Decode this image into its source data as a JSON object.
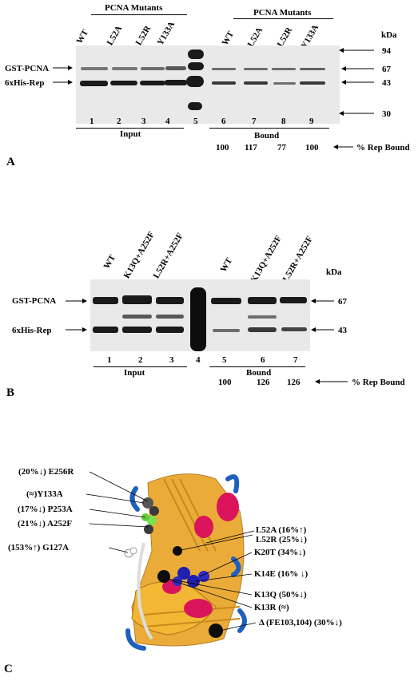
{
  "panelA": {
    "letter": "A",
    "group_left": "PCNA Mutants",
    "group_right": "PCNA Mutants",
    "lanes_left": [
      "WT",
      "L52A",
      "L52R",
      "Y133A"
    ],
    "lanes_right": [
      "WT",
      "L52A",
      "L52R",
      "Y133A"
    ],
    "kda_label": "kDa",
    "markers": [
      "94",
      "67",
      "43",
      "30"
    ],
    "band_gst": "GST-PCNA",
    "band_his": "6xHis-Rep",
    "lane_numbers": [
      "1",
      "2",
      "3",
      "4",
      "5",
      "6",
      "7",
      "8",
      "9"
    ],
    "input_label": "Input",
    "bound_label": "Bound",
    "percents": [
      "100",
      "117",
      "77",
      "100"
    ],
    "percent_label": "% Rep Bound"
  },
  "panelB": {
    "letter": "B",
    "lanes_left": [
      "WT",
      "K13Q+A252F",
      "L52R+A252F"
    ],
    "lanes_right": [
      "WT",
      "K13Q+A252F",
      "L52R+A252F"
    ],
    "kda_label": "kDa",
    "markers": [
      "67",
      "43"
    ],
    "band_gst": "GST-PCNA",
    "band_his": "6xHis-Rep",
    "lane_numbers": [
      "1",
      "2",
      "3",
      "4",
      "5",
      "6",
      "7"
    ],
    "input_label": "Input",
    "bound_label": "Bound",
    "percents": [
      "100",
      "126",
      "126"
    ],
    "percent_label": "% Rep Bound"
  },
  "panelC": {
    "letter": "C",
    "left_labels": [
      "(20%↓) E256R",
      "(≈)Y133A",
      "(17%↓) P253A",
      "(21%↓) A252F",
      "(153%↑) G127A"
    ],
    "right_labels": [
      "L52A (16%↑)",
      "L52R (25%↓)",
      "K20T (34%↓)",
      "K14E (16% ↓)",
      "K13Q (50%↓)",
      "K13R (≈)",
      "Δ (FE103,104) (30%↓)"
    ]
  }
}
